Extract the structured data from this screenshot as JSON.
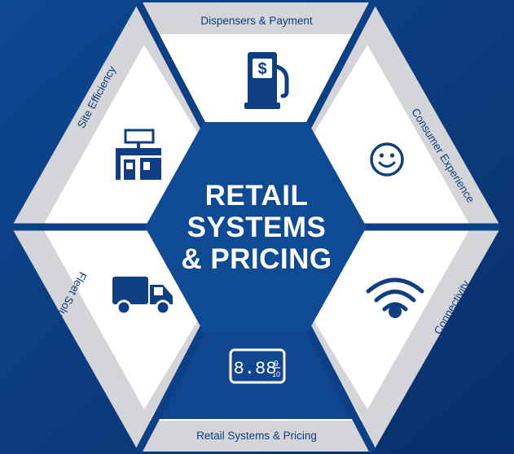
{
  "center": {
    "line1": "RETAIL",
    "line2": "SYSTEMS",
    "line3": "& PRICING"
  },
  "segments": [
    {
      "label": "Dispensers & Payment",
      "icon": "fuel-pump-dollar-icon"
    },
    {
      "label": "Consumer Experience",
      "icon": "smiley-face-icon"
    },
    {
      "label": "Connectivity",
      "icon": "wifi-icon"
    },
    {
      "label": "Retail Systems & Pricing",
      "icon": "price-sign-display-icon"
    },
    {
      "label": "Fleet Solutions",
      "icon": "delivery-truck-icon"
    },
    {
      "label": "Site Efficiency",
      "icon": "gas-station-icon"
    }
  ],
  "price_display": {
    "digits": "8.88",
    "fraction_top": "9",
    "fraction_bottom": "10"
  },
  "colors": {
    "background": "#0b3f86",
    "panel": "#ffffff",
    "label_band": "#d3d5d8",
    "accent_dark": "#0e3d7f",
    "active_panel": "#10468f"
  }
}
